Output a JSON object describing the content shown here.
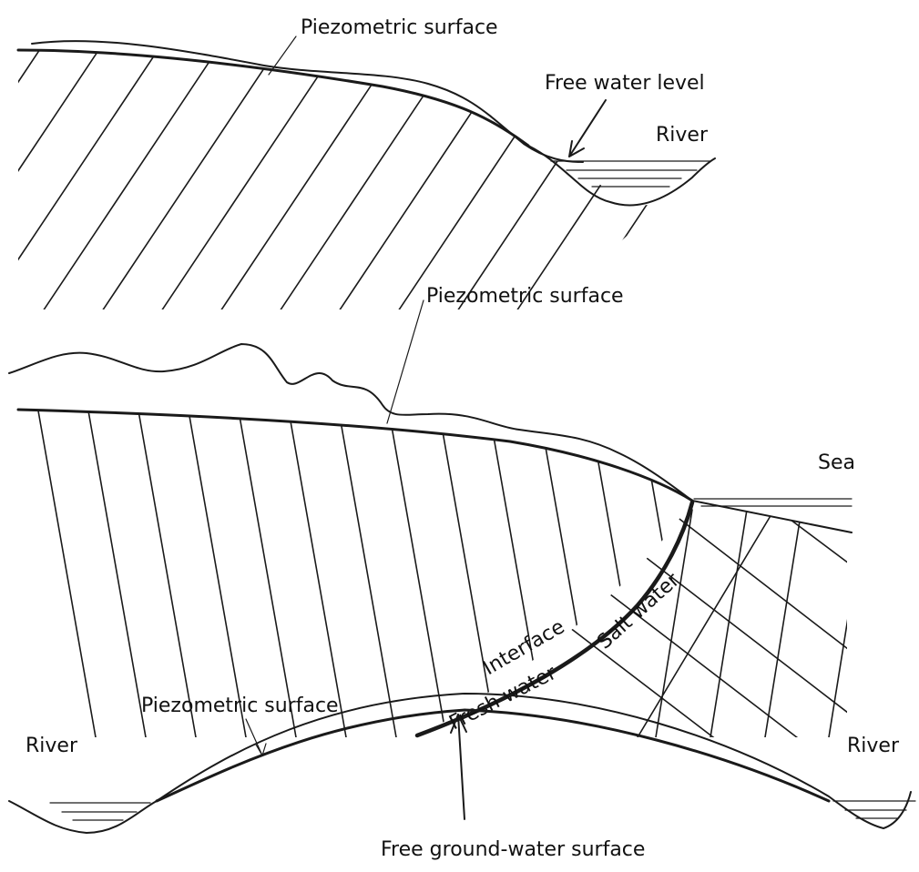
{
  "panels": {
    "river_slope": {
      "piezometric_label": "Piezometric surface",
      "free_water_label": "Free water level",
      "river_label": "River"
    },
    "coastal": {
      "piezometric_label": "Piezometric surface",
      "sea_label": "Sea",
      "interface_label": "Interface",
      "fresh_label": "Fresh water",
      "salt_label": "Salt water"
    },
    "interfluve": {
      "piezometric_label": "Piezometric surface",
      "river_left_label": "River",
      "river_right_label": "River",
      "free_groundwater_label": "Free ground-water surface"
    }
  }
}
